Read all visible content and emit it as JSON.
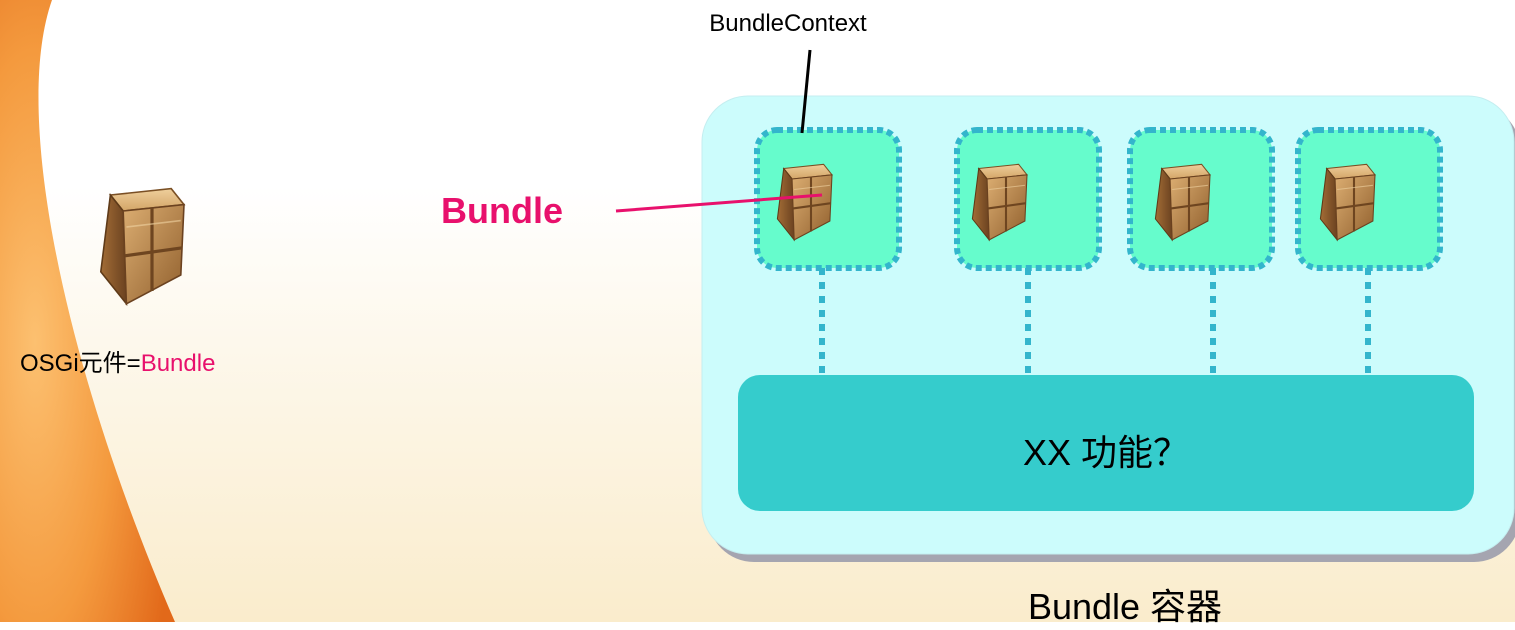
{
  "diagram": {
    "bundle_context_label": "BundleContext",
    "bundle_label": "Bundle",
    "component_caption_prefix": "OSGi元件=",
    "component_caption_highlight": "Bundle",
    "feature_label": "XX 功能？",
    "container_label": "Bundle 容器",
    "bundle_count": 4,
    "icons": {
      "package": "package-icon"
    },
    "colors": {
      "highlight": "#e8106c",
      "container_fill": "#ccfcfc",
      "slot_fill": "#66fccc",
      "slot_border": "#33b5cc",
      "feature_fill": "#35cccc",
      "background_orange": "#f07d1e"
    }
  }
}
